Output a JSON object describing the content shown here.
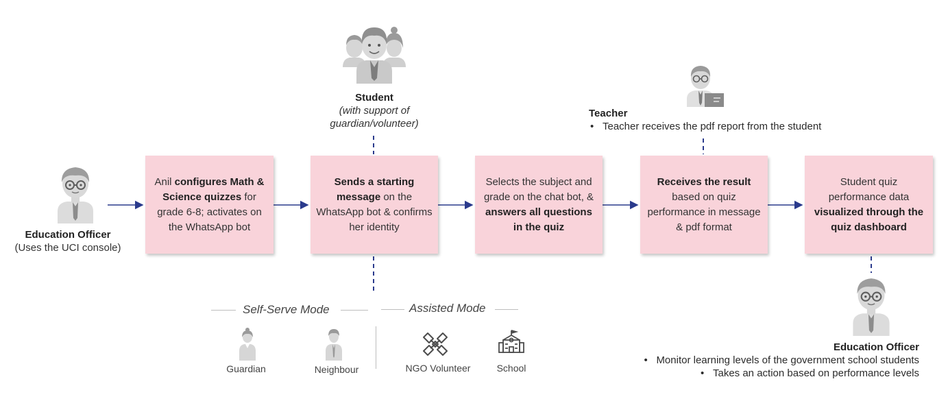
{
  "left_actor": {
    "name": "Education Officer",
    "note": "(Uses the UCI console)"
  },
  "student": {
    "name": "Student",
    "note_line1": "(with support of",
    "note_line2": "guardian/volunteer)"
  },
  "teacher": {
    "name": "Teacher",
    "bullet": "Teacher receives the pdf report from the student"
  },
  "right_actor": {
    "name": "Education Officer",
    "bullets": [
      "Monitor learning levels of the government school students",
      "Takes an action based on performance levels"
    ]
  },
  "steps": [
    {
      "parts": [
        [
          "Anil ",
          false
        ],
        [
          "configures Math & Science quizzes",
          true
        ],
        [
          " for grade 6-8; activates on the WhatsApp bot",
          false
        ]
      ]
    },
    {
      "parts": [
        [
          "Sends a starting message",
          true
        ],
        [
          " on the WhatsApp bot & confirms her identity",
          false
        ]
      ]
    },
    {
      "parts": [
        [
          "Selects the subject and grade on the chat bot, & ",
          false
        ],
        [
          "answers all questions in the quiz",
          true
        ]
      ]
    },
    {
      "parts": [
        [
          "Receives the result",
          true
        ],
        [
          " based on quiz performance in message & pdf format",
          false
        ]
      ]
    },
    {
      "parts": [
        [
          "Student quiz performance data ",
          false
        ],
        [
          "visualized through the quiz dashboard",
          true
        ]
      ]
    }
  ],
  "modes": {
    "self_serve": {
      "title": "Self-Serve Mode",
      "items": [
        "Guardian",
        "Neighbour"
      ]
    },
    "assisted": {
      "title": "Assisted Mode",
      "items": [
        "NGO Volunteer",
        "School"
      ]
    }
  },
  "icons": {
    "officer_left": "officer-avatar-icon",
    "student_group": "student-group-icon",
    "teacher": "teacher-icon",
    "officer_right": "officer-avatar-icon",
    "guardian": "guardian-icon",
    "neighbour": "neighbour-icon",
    "ngo_volunteer": "handshake-icon",
    "school": "school-icon"
  },
  "colors": {
    "box_fill": "#f9d3da",
    "arrow": "#2a3a8c",
    "icon_gray": "#9a9a9a"
  }
}
